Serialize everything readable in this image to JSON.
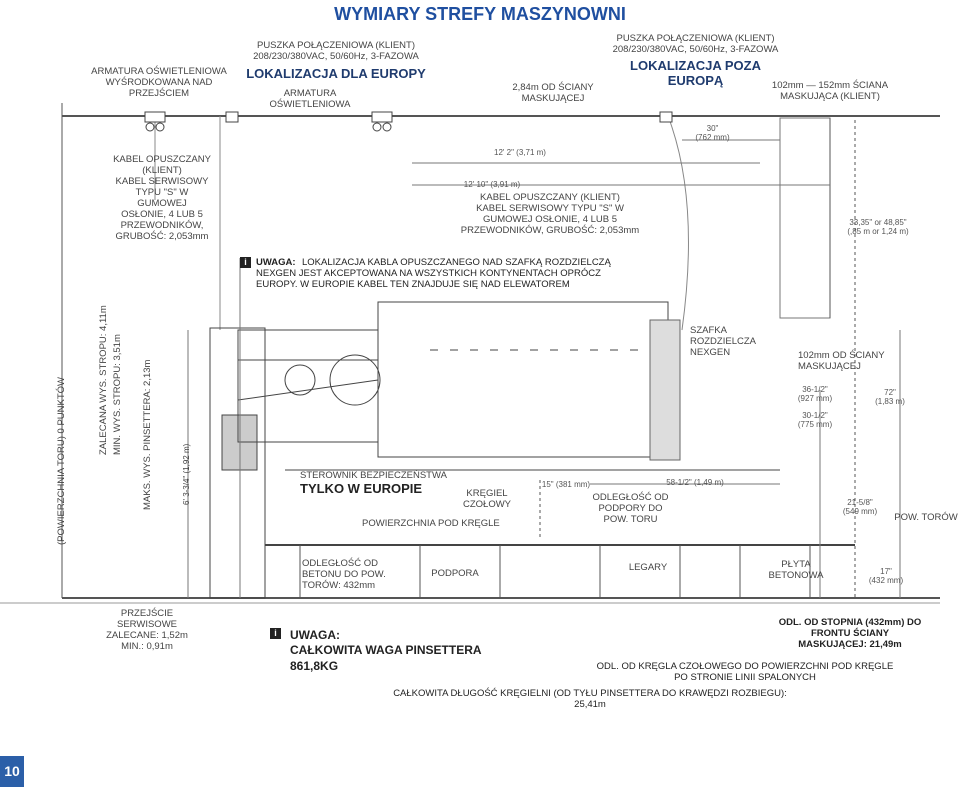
{
  "title": "WYMIARY STREFY MASZYNOWNI",
  "page_number": "10",
  "labels": {
    "lighting_center": "ARMATURA OŚWIETLENIOWA\nWYŚRODKOWANA NAD\nPRZEJŚCIEM",
    "pushbutton_eu_spec": "PUSZKA POŁĄCZENIOWA (KLIENT)\n208/230/380VAC, 50/60Hz, 3-FAZOWA",
    "location_eu": "LOKALIZACJA DLA EUROPY",
    "lighting_fixture": "ARMATURA\nOŚWIETLENIOWA",
    "mask_wall_distance": "2,84m OD ŚCIANY\nMASKUJĄCEJ",
    "pushbutton_non_eu_spec": "PUSZKA POŁĄCZENIOWA (KLIENT)\n208/230/380VAC, 50/60Hz, 3-FAZOWA",
    "location_non_eu": "LOKALIZACJA POZA\nEUROPĄ",
    "mask_wall_range": "102mm — 152mm ŚCIANA\nMASKUJĄCA (KLIENT)",
    "cable_left": "KABEL OPUSZCZANY\n(KLIENT)\nKABEL SERWISOWY\nTYPU \"S\" W GUMOWEJ\nOSŁONIE, 4 LUB 5\nPRZEWODNIKÓW,\nGRUBOŚĆ: 2,053mm",
    "cable_center": "KABEL OPUSZCZANY (KLIENT)\nKABEL SERWISOWY TYPU \"S\" W\nGUMOWEJ OSŁONIE, 4 LUB 5\nPRZEWODNIKÓW, GRUBOŚĆ: 2,053mm",
    "note_label": "UWAGA:",
    "note_text": "LOKALIZACJA KABLA OPUSZCZANEGO NAD SZAFKĄ ROZDZIELCZĄ\nNEXGEN JEST AKCEPTOWANA NA WSZYSTKICH KONTYNENTACH OPRÓCZ\nEUROPY. W EUROPIE KABEL TEN ZNAJDUJE SIĘ NAD ELEWATOREM",
    "cabinet": "SZAFKA\nROZDZIELCZA\nNEXGEN",
    "wall_102": "102mm OD ŚCIANY\nMASKUJĄCEJ",
    "controller_line1": "STEROWNIK BEZPIECZEŃSTWA",
    "controller_line2": "TYLKO W EUROPIE",
    "headpin": "KRĘGIEL\nCZOŁOWY",
    "lane_surface": "POWIERZCHNIA POD KRĘGLE",
    "distance_to_floor": "ODLEGŁOŚĆ OD\nPODPORY DO\nPOW. TORU",
    "floor_surface_right": "POW. TORÓW",
    "concrete_dist": "ODLEGŁOŚĆ OD\nBETONU DO POW.\nTORÓW: 432mm",
    "support": "PODPORA",
    "joists": "LEGARY",
    "slab": "PŁYTA\nBETONOWA",
    "service_passage": "PRZEJŚCIE\nSERWISOWE\nZALECANE: 1,52m\nMIN.: 0,91m",
    "weight_label": "UWAGA:",
    "weight_text": "CAŁKOWITA WAGA PINSETTERA\n861,8KG",
    "step_dist": "ODL. OD STOPNIA (432mm) DO\nFRONTU ŚCIANY\nMASKUJĄCEJ: 21,49m",
    "headpin_dist": "ODL. OD KRĘGLA CZOŁOWEGO DO POWIERZCHNI POD KRĘGLE\nPO STRONIE LINII SPALONYCH",
    "total_length": "CAŁKOWITA DŁUGOŚĆ KRĘGIELNI (OD TYŁU PINSETTERA DO KRAWĘDZI ROZBIEGU): 25,41m",
    "v_surface_points": "(POWIERZCHNIA TORU) 0 PUNKTÓW",
    "v_ceiling_rec": "ZALECANA WYS. STROPU: 4,11m",
    "v_ceiling_min": "MIN. WYS. STROPU: 3,51m",
    "v_max_height": "MAKS. WYS. PINSETTERA: 2,13m",
    "v_dim_632": "6' 3-3/4\" (1,92 m)"
  },
  "dims": {
    "d30": "30\"\n(762 mm)",
    "d12_2": "12' 2\" (3,71 m)",
    "d12_10": "12' 10\" (3,91 m)",
    "d33": "33,35\" or 48,85\"\n(,85 m or 1,24 m)",
    "d36": "36-1/2\"\n(927 mm)",
    "d30_5": "30-1/2\"\n(775 mm)",
    "d72": "72\"\n(1,83 m)",
    "d15": "15\" (381 mm)",
    "d58": "58-1/2\" (1,49 m)",
    "d21": "21-5/8\"\n(549 mm)",
    "d17": "17\"\n(432 mm)"
  }
}
